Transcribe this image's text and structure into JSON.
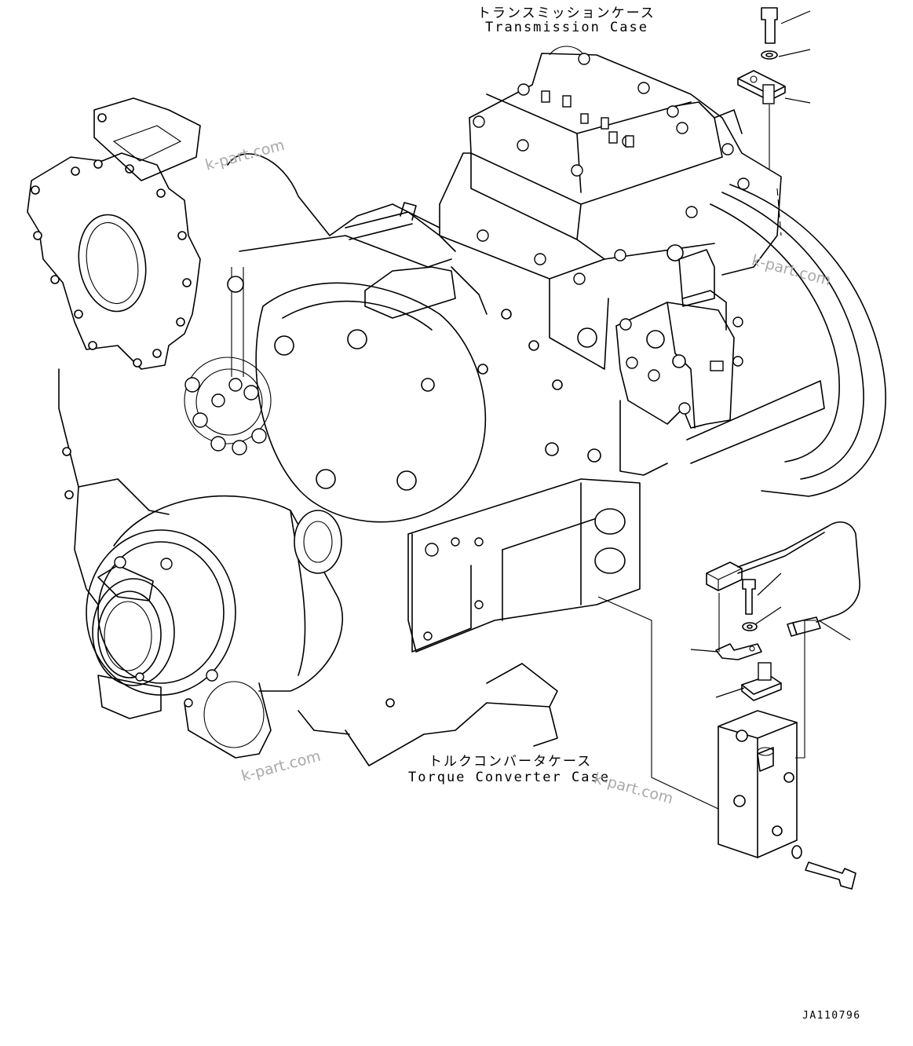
{
  "labels": {
    "transmission_case_jp": "トランスミッションケース",
    "transmission_case_en": "Transmission Case",
    "torque_converter_case_jp": "トルクコンバータケース",
    "torque_converter_case_en": "Torque Converter Case"
  },
  "drawing_code": "JA110796",
  "watermarks": [
    "k-part.com",
    "k-part.com",
    "k-part.com",
    "k-part.com"
  ]
}
